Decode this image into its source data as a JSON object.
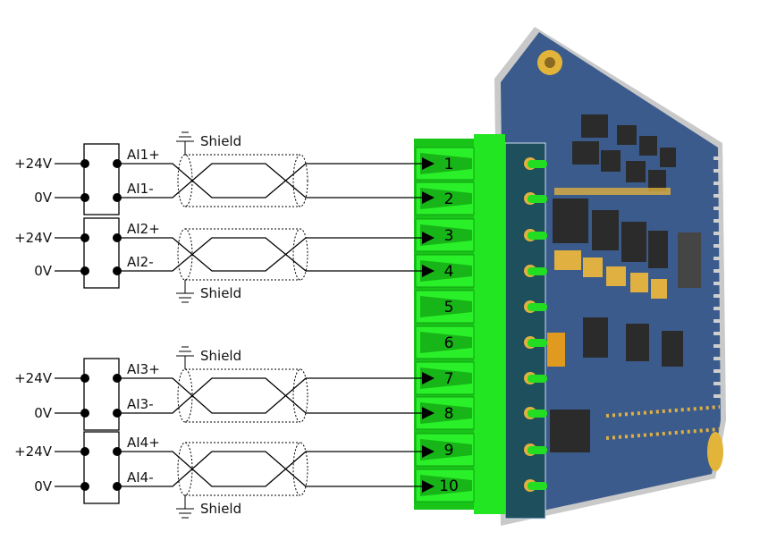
{
  "groups": [
    {
      "plus_label": "+24V",
      "zero_label": "0V",
      "sig_plus": "AI1+",
      "sig_minus": "AI1-",
      "shield": "Shield",
      "shield_side": "top",
      "pins": [
        "1",
        "2"
      ]
    },
    {
      "plus_label": "+24V",
      "zero_label": "0V",
      "sig_plus": "AI2+",
      "sig_minus": "AI2-",
      "shield": "Shield",
      "shield_side": "bottom",
      "pins": [
        "3",
        "4"
      ]
    },
    {
      "plus_label": "+24V",
      "zero_label": "0V",
      "sig_plus": "AI3+",
      "sig_minus": "AI3-",
      "shield": "Shield",
      "shield_side": "top",
      "pins": [
        "7",
        "8"
      ]
    },
    {
      "plus_label": "+24V",
      "zero_label": "0V",
      "sig_plus": "AI4+",
      "sig_minus": "AI4-",
      "shield": "Shield",
      "shield_side": "bottom",
      "pins": [
        "9",
        "10"
      ]
    }
  ],
  "terminal_pins": [
    "1",
    "2",
    "3",
    "4",
    "5",
    "6",
    "7",
    "8",
    "9",
    "10"
  ],
  "colors": {
    "connector": "#1fd81f",
    "pcb": "#3a5a8c",
    "header": "#1d4f5c",
    "pad": "#e0b040",
    "wire": "#000000"
  }
}
